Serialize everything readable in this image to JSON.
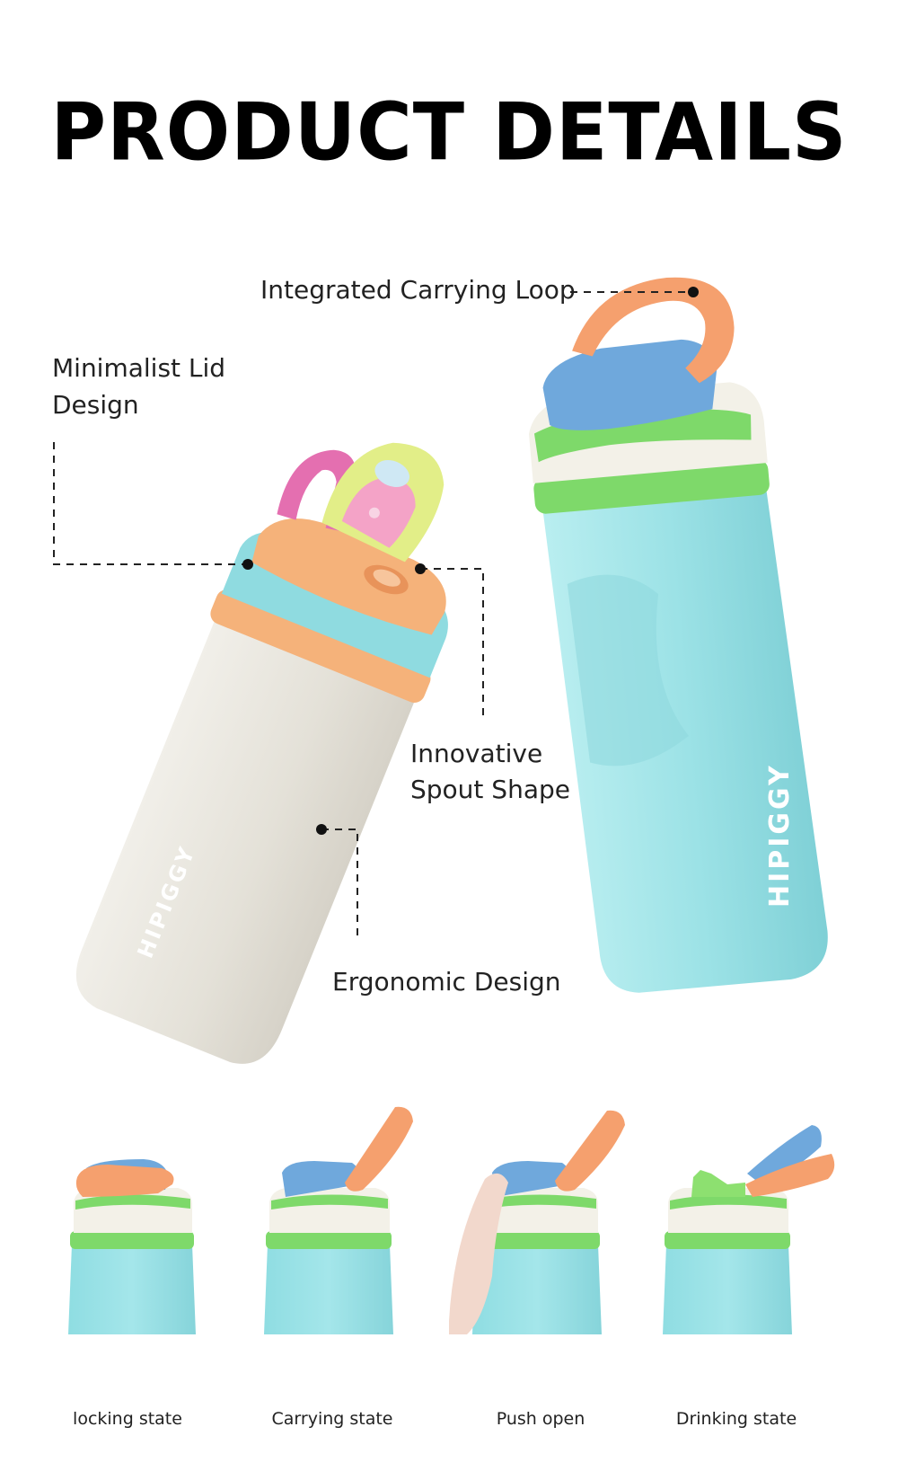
{
  "header": {
    "title": "PRODUCT DETAILS"
  },
  "callouts": {
    "carrying_loop": "Integrated Carrying Loop",
    "lid_line1": "Minimalist Lid",
    "lid_line2": "Design",
    "spout_line1": "Innovative",
    "spout_line2": "Spout Shape",
    "ergonomic": "Ergonomic Design"
  },
  "brand": {
    "logo_text": "HIPIGGY"
  },
  "states": [
    {
      "label": "locking state"
    },
    {
      "label": "Carrying state"
    },
    {
      "label": "Push open"
    },
    {
      "label": "Drinking state"
    }
  ],
  "colors": {
    "teal_body": "#9be3e6",
    "cream_body": "#e7e4dc",
    "lid_blue": "#6fa8dc",
    "handle_orange": "#f5a06e",
    "band_green": "#7ed96a",
    "handle_pink": "#e46fb0",
    "lid_yellow": "#e2ee88"
  }
}
